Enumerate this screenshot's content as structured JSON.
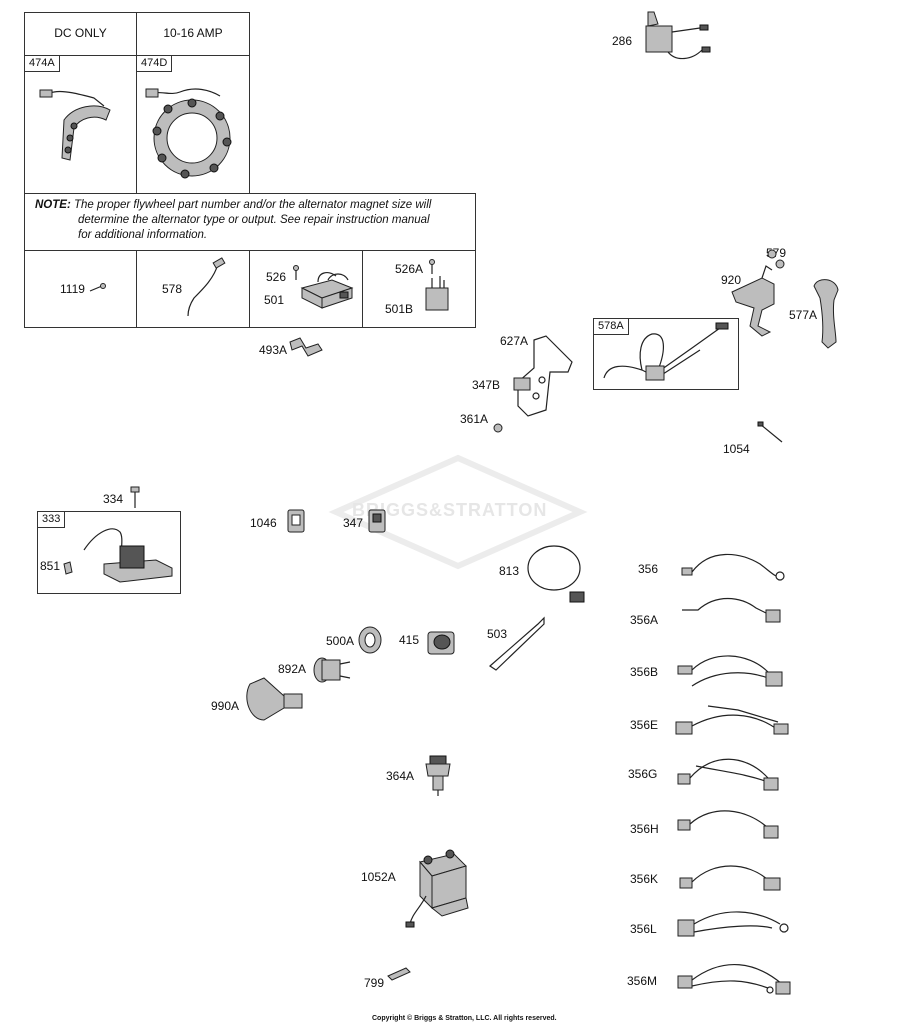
{
  "alternator_table": {
    "col1_header": "DC ONLY",
    "col2_header": "10-16 AMP",
    "col1_tag": "474A",
    "col2_tag": "474D",
    "note_label": "NOTE:",
    "note_text_1": "The proper flywheel part number and/or the alternator magnet size will",
    "note_text_2": "determine the alternator type or output. See repair instruction manual",
    "note_text_3": "for additional information.",
    "cells": {
      "c1": "1119",
      "c2": "578",
      "c3a": "526",
      "c3b": "501",
      "c4a": "526A",
      "c4b": "501B"
    }
  },
  "boxes": {
    "b578a": "578A",
    "b333": "333"
  },
  "labels": {
    "p286": "286",
    "p493a": "493A",
    "p627a": "627A",
    "p347b": "347B",
    "p361a": "361A",
    "p579": "579",
    "p920": "920",
    "p577a": "577A",
    "p1054": "1054",
    "p334": "334",
    "p851": "851",
    "p1046": "1046",
    "p347": "347",
    "p813": "813",
    "p503": "503",
    "p500a": "500A",
    "p415": "415",
    "p892a": "892A",
    "p990a": "990A",
    "p364a": "364A",
    "p1052a": "1052A",
    "p799": "799",
    "p356": "356",
    "p356a": "356A",
    "p356b": "356B",
    "p356e": "356E",
    "p356g": "356G",
    "p356h": "356H",
    "p356k": "356K",
    "p356l": "356L",
    "p356m": "356M"
  },
  "watermark": "BRIGGS&STRATTON",
  "copyright": "Copyright © Briggs & Stratton, LLC. All rights reserved."
}
